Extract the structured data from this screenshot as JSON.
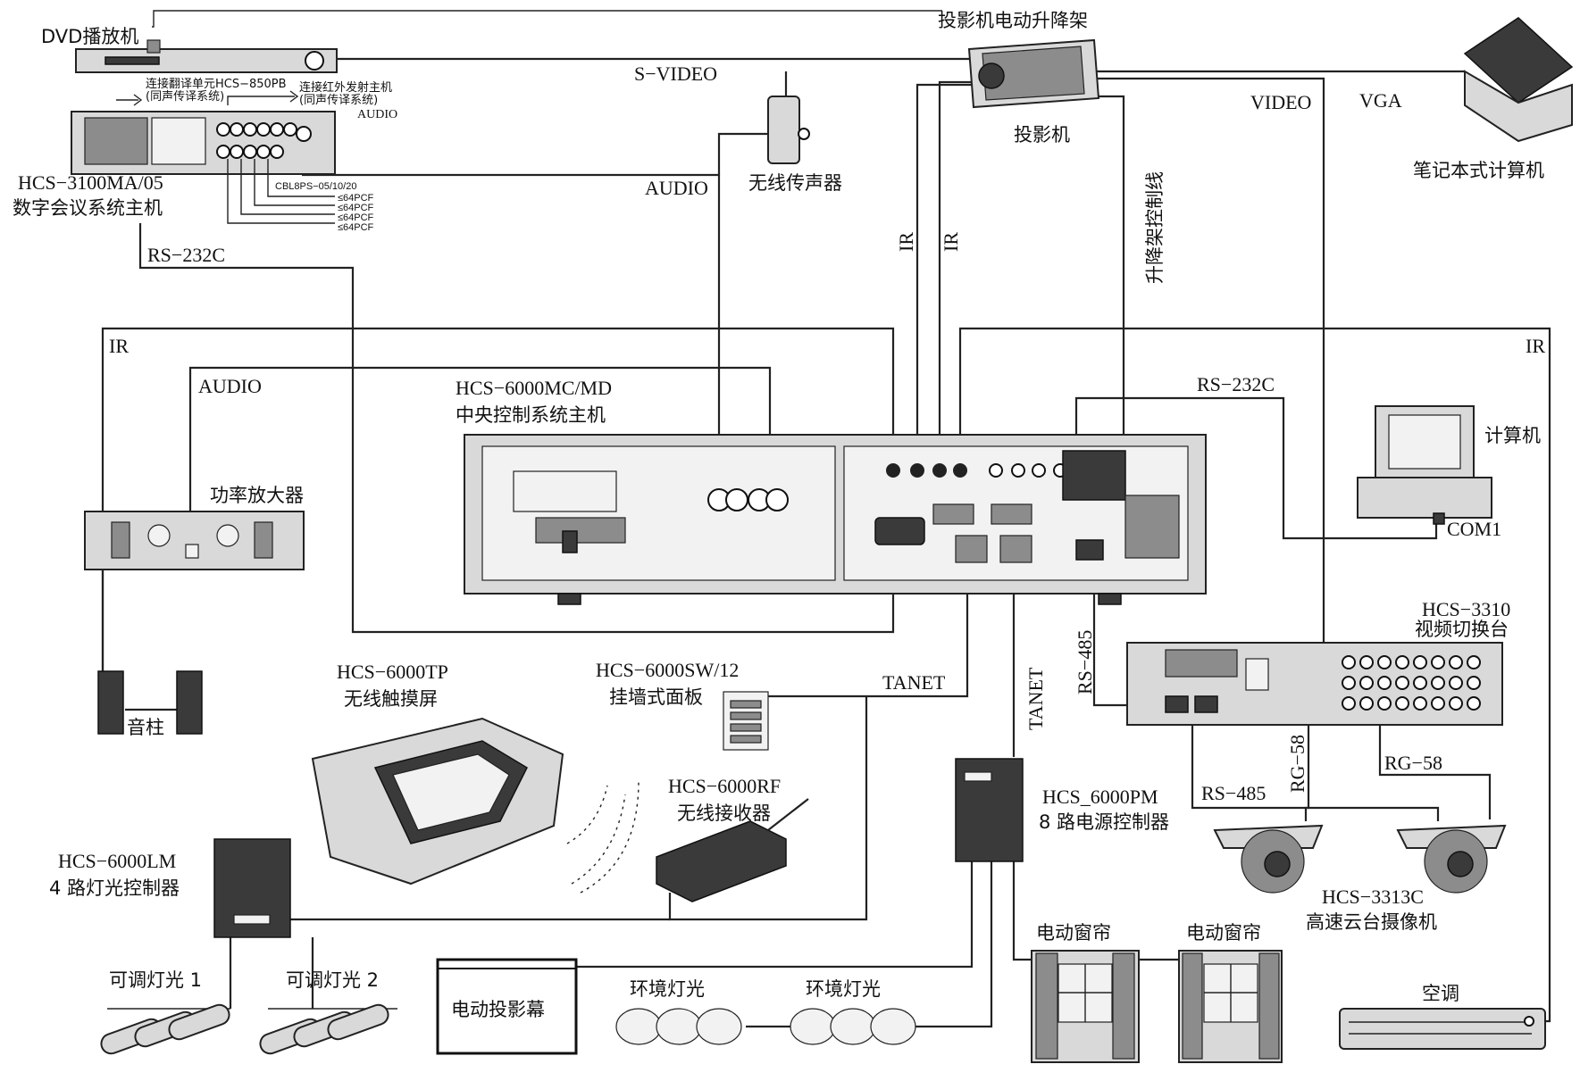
{
  "devices": {
    "dvd": "DVD播放机",
    "lift": "投影机电动升降架",
    "projector": "投影机",
    "laptop": "笔记本式计算机",
    "mic": "无线传声器",
    "conf_model": "HCS−3100MA/05",
    "conf_name": "数字会议系统主机",
    "conn_translation": "连接翻译单元HCS−850PB",
    "conn_translation_sub": "(同声传译系统)",
    "conn_ir": "连接红外发射主机",
    "conn_ir_sub": "(同声传译系统)",
    "cbl": "CBL8PS−05/10/20",
    "pcf": "≤64PCF",
    "ccs_model": "HCS−6000MC/MD",
    "ccs_name": "中央控制系统主机",
    "amp": "功率放大器",
    "speaker": "音柱",
    "computer": "计算机",
    "com1": "COM1",
    "switcher_model": "HCS−3310",
    "switcher_name": "视频切换台",
    "tp_model": "HCS−6000TP",
    "tp_name": "无线触摸屏",
    "sw_model": "HCS−6000SW/12",
    "sw_name": "挂墙式面板",
    "rf_model": "HCS−6000RF",
    "rf_name": "无线接收器",
    "pm_model": "HCS_6000PM",
    "pm_name": "8 路电源控制器",
    "lm_model": "HCS−6000LM",
    "lm_name": "4 路灯光控制器",
    "light1": "可调灯光 1",
    "light2": "可调灯光 2",
    "screen": "电动投影幕",
    "env_light": "环境灯光",
    "curtain": "电动窗帘",
    "camera_model": "HCS−3313C",
    "camera_name": "高速云台摄像机",
    "aircon": "空调"
  },
  "signals": {
    "svideo": "S−VIDEO",
    "audio": "AUDIO",
    "video": "VIDEO",
    "vga": "VGA",
    "ir": "IR",
    "rs232": "RS−232C",
    "rs485": "RS−485",
    "tanet": "TANET",
    "rg58": "RG−58",
    "lift_ctrl": "升降架控制线"
  }
}
